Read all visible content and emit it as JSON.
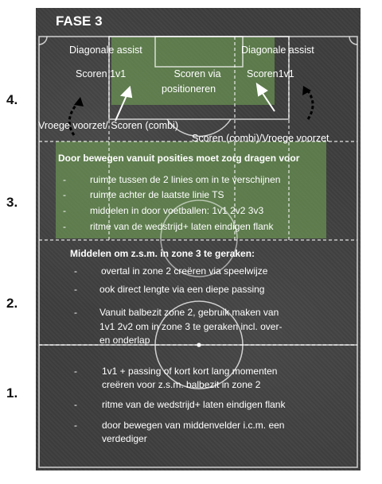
{
  "title": "FASE 3",
  "zone_labels": [
    "4.",
    "3.",
    "2.",
    "1."
  ],
  "zone4": {
    "left_label": "Diagonale assist",
    "right_label": "Diagonale assist",
    "left_score": "Scoren 1v1",
    "center_score_line1": "Scoren via",
    "center_score_line2": "positioneren",
    "right_score": "Scoren1v1",
    "left_bottom": "Vroege voorzet/  Scoren (combi)",
    "right_bottom": "Scoren (combi)/Vroege voorzet"
  },
  "zone3": {
    "heading": "Door bewegen vanuit posities moet zorg dragen voor",
    "items": [
      "ruimte tussen de 2 linies om in te verschijnen",
      "ruimte achter de laatste linie TS",
      "middelen in door voetballen: 1v1 2v2 3v3",
      "ritme van de wedstrijd+ laten eindigen flank"
    ]
  },
  "zone2": {
    "heading": "Middelen om z.s.m. in zone 3 te geraken:",
    "items": [
      "overtal in zone  2 creëren  via speelwijze",
      "ook direct lengte via een diepe passing",
      "Vanuit balbezit zone 2, gebruik maken van",
      "1v1 2v2 om in zone 3 te geraken  incl. over-",
      "en onderlap"
    ]
  },
  "zone1": {
    "items": [
      "1v1 + passing of kort kort lang momenten",
      "creëren voor z.s.m. balbezit in zone 2",
      "ritme van de wedstrijd+ laten eindigen flank",
      "door bewegen van middenvelder i.c.m. een",
      "verdediger"
    ]
  },
  "bullet_char": "-",
  "colors": {
    "pitch": "#3e3e3e",
    "green_overlay": "#70a054",
    "lines": "#ffffff"
  }
}
